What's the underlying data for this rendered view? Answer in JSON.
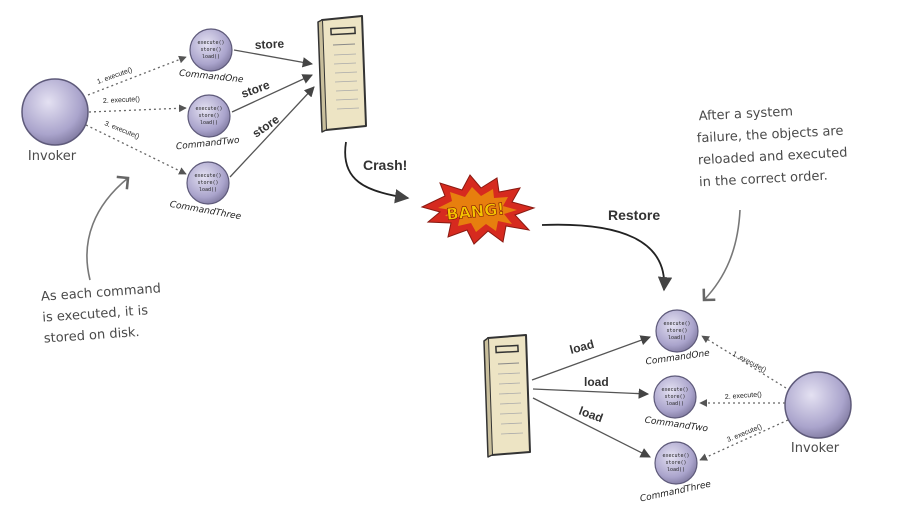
{
  "top": {
    "invoker": "Invoker",
    "commands": [
      {
        "name": "CommandOne",
        "methods": [
          "execute()",
          "store()",
          "load()"
        ]
      },
      {
        "name": "CommandTwo",
        "methods": [
          "execute()",
          "store()",
          "load()"
        ]
      },
      {
        "name": "CommandThree",
        "methods": [
          "execute()",
          "store()",
          "load()"
        ]
      }
    ],
    "calls": [
      "1. execute()",
      "2. execute()",
      "3. execute()"
    ],
    "store_labels": [
      "store",
      "store",
      "store"
    ]
  },
  "crash_label": "Crash!",
  "bang_label": "BANG!",
  "restore_label": "Restore",
  "bottom": {
    "invoker": "Invoker",
    "commands": [
      {
        "name": "CommandOne",
        "methods": [
          "execute()",
          "store()",
          "load()"
        ]
      },
      {
        "name": "CommandTwo",
        "methods": [
          "execute()",
          "store()",
          "load()"
        ]
      },
      {
        "name": "CommandThree",
        "methods": [
          "execute()",
          "store()",
          "load()"
        ]
      }
    ],
    "calls": [
      "1. execute()",
      "2. execute()",
      "3. execute()"
    ],
    "load_labels": [
      "load",
      "load",
      "load"
    ]
  },
  "note_left": [
    "As each command",
    "is executed, it is",
    "stored on disk."
  ],
  "note_right": [
    "After a system",
    "failure, the objects are",
    "reloaded and executed",
    "in the correct order."
  ],
  "colors": {
    "circle_fill": "#b9b4d6",
    "circle_stroke": "#5e5a7a",
    "server_fill": "#ede4c4",
    "bang_red": "#d62a1f",
    "bang_yellow": "#f5c400"
  }
}
